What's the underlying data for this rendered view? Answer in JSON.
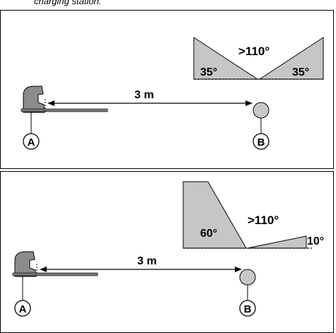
{
  "caption": "charging station.",
  "top_panel": {
    "distance": "3 m",
    "angle_total": ">110°",
    "angle_left": "35°",
    "angle_right": "35°",
    "mower_marker": "A",
    "station_marker": "B"
  },
  "bottom_panel": {
    "distance": "3 m",
    "angle_total": ">110°",
    "angle_left": "60°",
    "angle_right": "10°",
    "mower_marker": "A",
    "station_marker": "B"
  },
  "colors": {
    "slope_fill": "#c6c6c6",
    "station_fill": "#c8c8c8",
    "mower_fill": "#8c8c8c",
    "line": "#000000"
  }
}
